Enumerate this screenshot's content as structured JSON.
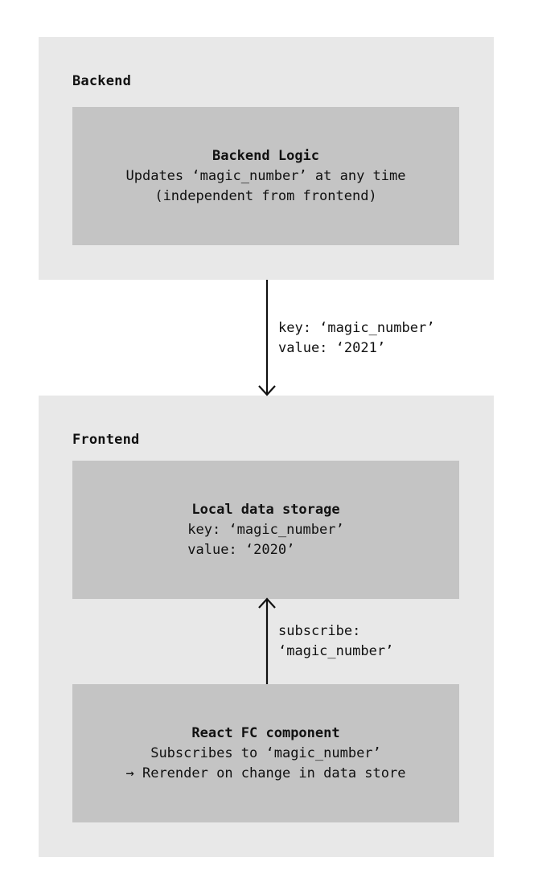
{
  "backend": {
    "title": "Backend",
    "logic": {
      "title": "Backend Logic",
      "line1": "Updates ‘magic_number’ at any time",
      "line2": "(independent from frontend)"
    }
  },
  "edge_backend_to_frontend": {
    "line1": "key: ‘magic_number’",
    "line2": "value: ‘2021’"
  },
  "frontend": {
    "title": "Frontend",
    "storage": {
      "title": "Local data storage",
      "line1": "key: ‘magic_number’",
      "line2": "value: ‘2020’"
    },
    "component": {
      "title": "React FC component",
      "line1": "Subscribes to ‘magic_number’",
      "line2": "→ Rerender on change in data store"
    }
  },
  "edge_component_to_storage": {
    "line1": "subscribe:",
    "line2": "‘magic_number’"
  },
  "colors": {
    "group_bg": "#e8e8e8",
    "box_bg": "#c4c4c4",
    "text": "#111111",
    "arrow": "#111111"
  }
}
